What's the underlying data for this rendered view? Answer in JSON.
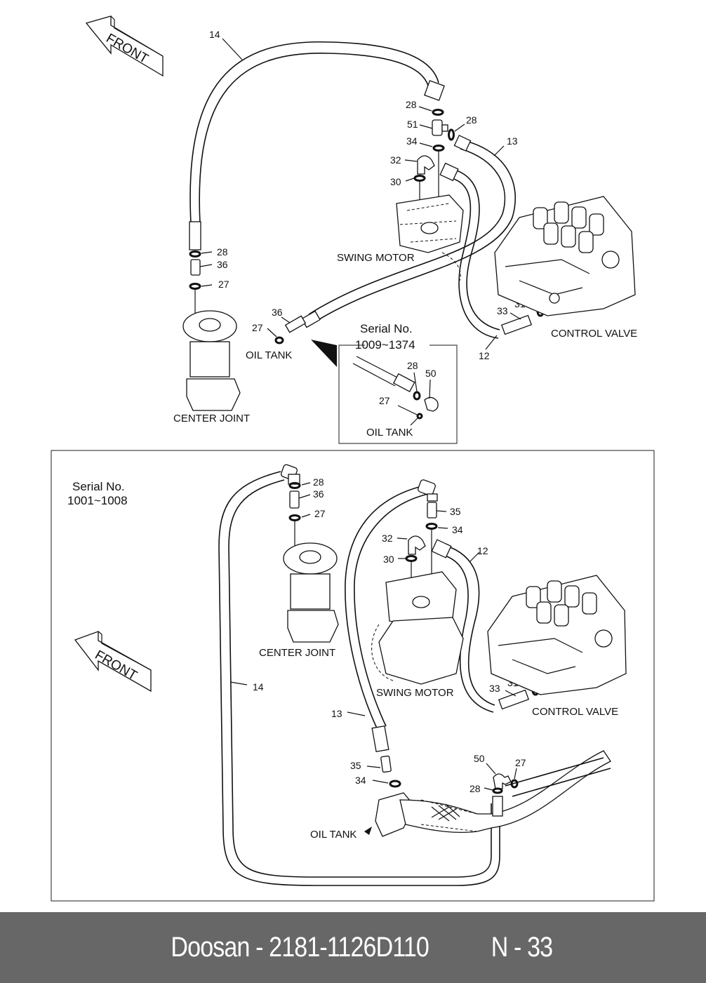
{
  "footer": {
    "brand_part": "Doosan - 2181-1126D110",
    "page": "N - 33"
  },
  "top_diagram": {
    "front_arrow": "FRONT",
    "components": {
      "swing_motor": "SWING MOTOR",
      "control_valve": "CONTROL VALVE",
      "center_joint": "CENTER JOINT",
      "oil_tank": "OIL TANK"
    },
    "callouts": [
      "14",
      "28",
      "51",
      "28",
      "13",
      "34",
      "32",
      "30",
      "28",
      "36",
      "27",
      "36",
      "27",
      "33",
      "31",
      "12"
    ],
    "inset": {
      "serial_label": "Serial No.",
      "serial_range": "1009~1374",
      "callouts": [
        "28",
        "50",
        "27"
      ],
      "oil_tank": "OIL TANK"
    }
  },
  "bottom_diagram": {
    "serial_label": "Serial No.",
    "serial_range": "1001~1008",
    "front_arrow": "FRONT",
    "components": {
      "center_joint": "CENTER JOINT",
      "swing_motor": "SWING MOTOR",
      "control_valve": "CONTROL VALVE",
      "oil_tank": "OIL TANK"
    },
    "callouts": [
      "28",
      "36",
      "27",
      "35",
      "34",
      "32",
      "30",
      "12",
      "14",
      "33",
      "31",
      "13",
      "35",
      "34",
      "50",
      "27",
      "28"
    ]
  }
}
